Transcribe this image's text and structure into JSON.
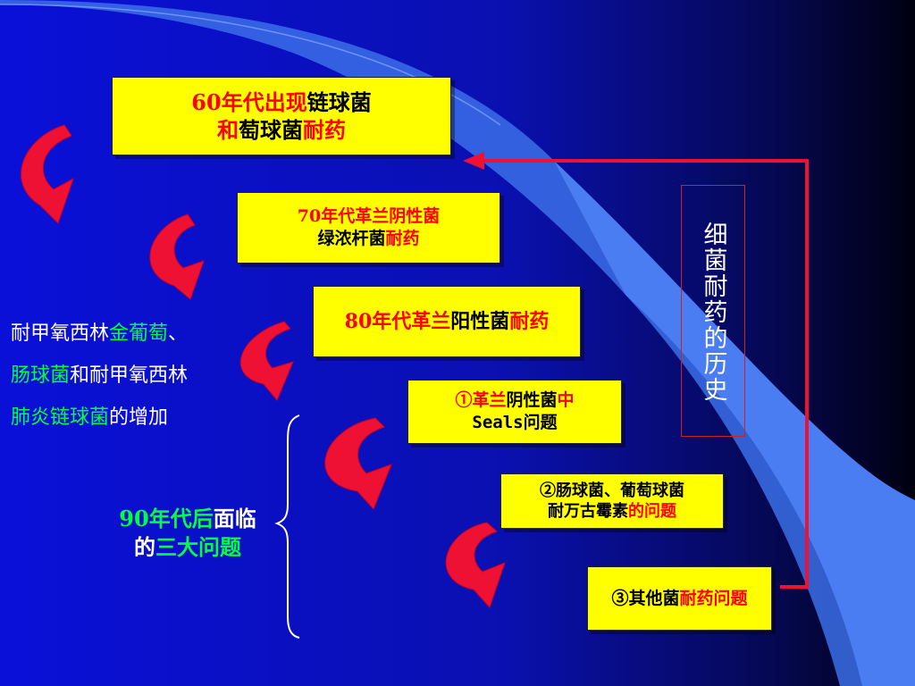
{
  "colors": {
    "background": "#0a14c8",
    "box_fill": "#ffff00",
    "highlight_red": "#ff0000",
    "highlight_green": "#00ff40",
    "arrow_red": "#ee1133"
  },
  "box1": {
    "line1_a": "60年代出现",
    "line1_b": "链球菌",
    "line2_a": "和",
    "line2_b": "萄球菌",
    "line2_c": "耐药"
  },
  "box2": {
    "line1": "70年代革兰阴性菌",
    "line2_a": "绿浓杆菌",
    "line2_b": "耐药"
  },
  "box3": {
    "part_a": "80年代革兰",
    "part_b": "阳性菌",
    "part_c": "耐药"
  },
  "box4": {
    "line1_a": "①革兰",
    "line1_b": "阴性菌",
    "line1_c": "中",
    "line2": "Seals问题"
  },
  "box5": {
    "line1": "②肠球菌、葡萄球菌",
    "line2_a": "耐万古霉素",
    "line2_b": "的问题"
  },
  "box6": {
    "part_a": "③其他菌",
    "part_b": "耐药问题"
  },
  "vertical_title": "细菌耐药的历史",
  "left_note": {
    "line1_a": "耐甲氧西林",
    "line1_b": "金葡萄",
    "line1_c": "、",
    "line2_a": "肠球菌",
    "line2_b": "和耐甲氧西林",
    "line3_a": "肺炎链球菌",
    "line3_b": "的增加"
  },
  "summary": {
    "line1_a": "90年代后",
    "line1_b": "面临",
    "line2_a": "的",
    "line2_b": "三大问题"
  }
}
